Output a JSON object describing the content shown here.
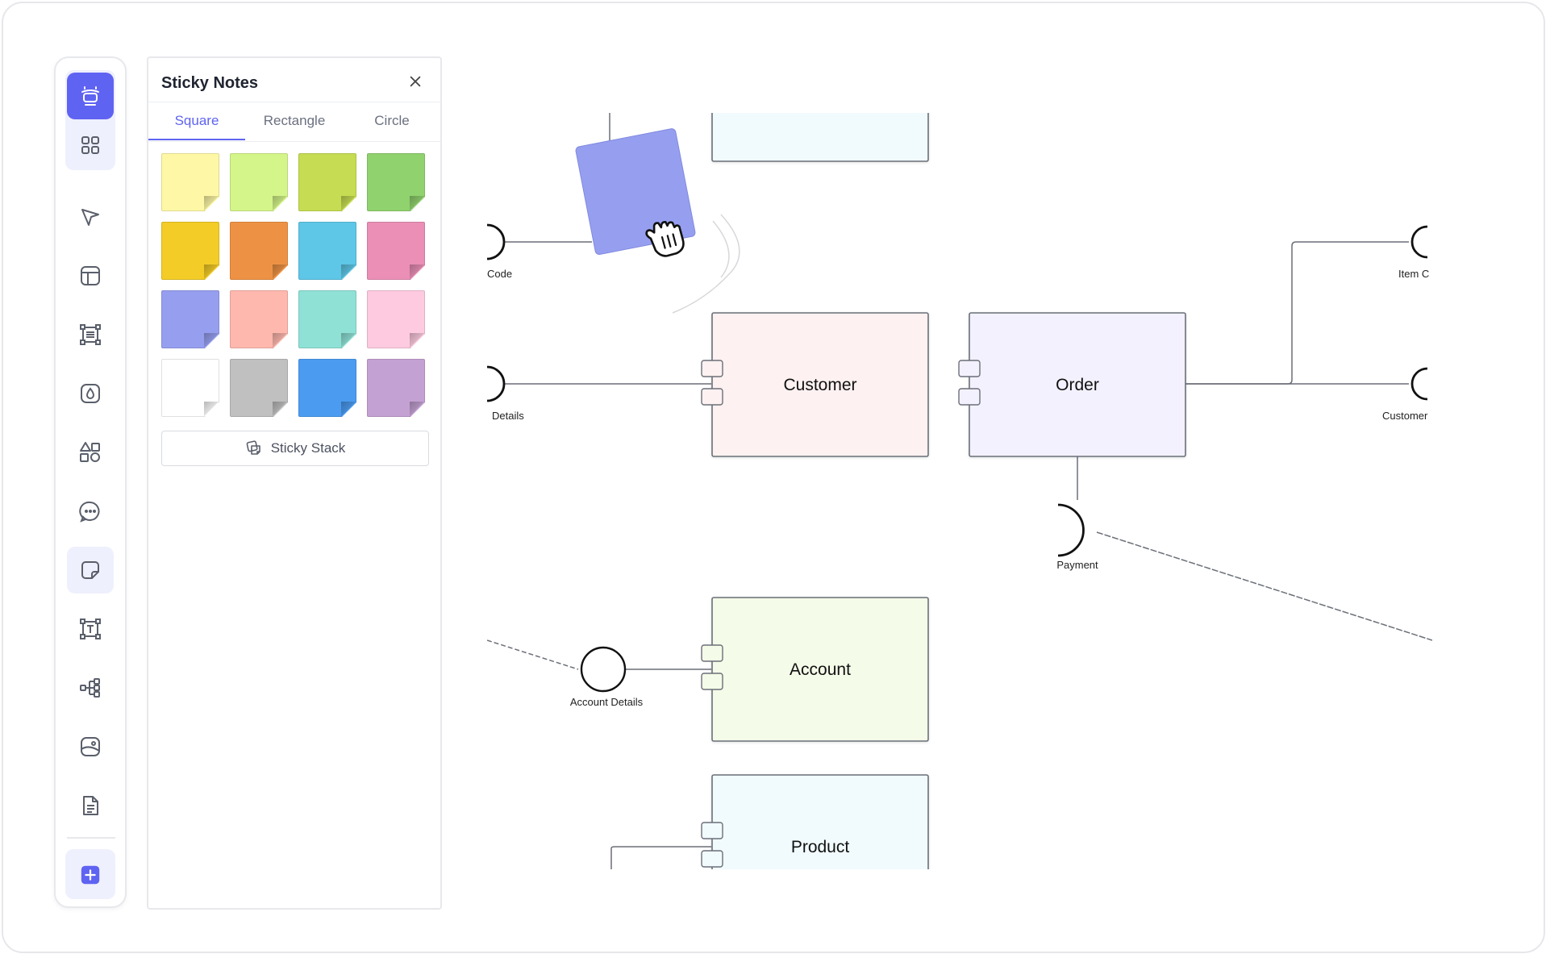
{
  "panel": {
    "title": "Sticky Notes",
    "tabs": [
      "Square",
      "Rectangle",
      "Circle"
    ],
    "active_tab": "Square",
    "swatch_colors": [
      "#fef8a6",
      "#d4f58a",
      "#c6dc52",
      "#90d26e",
      "#f3cc27",
      "#ed9244",
      "#5ec6e6",
      "#eb8fb7",
      "#969fef",
      "#feb8ae",
      "#8fe1d6",
      "#fdcadf",
      "#ffffff",
      "#c0c0c0",
      "#4b9bf1",
      "#c4a1d3"
    ],
    "stack_button_label": "Sticky Stack"
  },
  "toolbar": {
    "icons": [
      "sticky-stack-icon",
      "apps-grid-icon",
      "pointer-icon",
      "layout-icon",
      "frame-text-icon",
      "drop-icon",
      "shapes-icon",
      "comment-icon",
      "sticky-note-icon",
      "text-box-icon",
      "mind-map-icon",
      "image-icon",
      "document-icon",
      "add-icon"
    ],
    "accent": "#5f63f2"
  },
  "diagram": {
    "components": [
      {
        "name": "Customer",
        "fill": "#fdf1f1"
      },
      {
        "name": "Order",
        "fill": "#f3f1fd"
      },
      {
        "name": "Account",
        "fill": "#f4fbe8"
      },
      {
        "name": "Product",
        "fill": "#f1fbfd"
      }
    ],
    "interfaces": [
      "Code",
      "Details",
      "Item C",
      "Customer",
      "Payment",
      "Account Details"
    ],
    "dragged_sticky_color": "#969fef"
  }
}
